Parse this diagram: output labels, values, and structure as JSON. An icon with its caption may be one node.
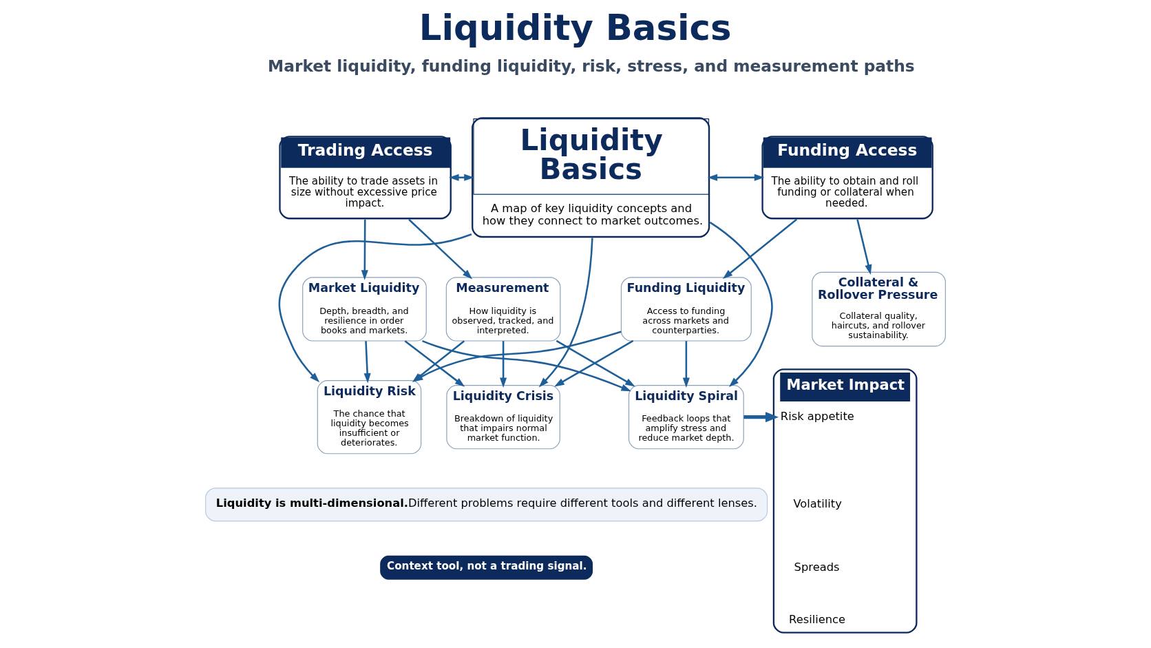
{
  "diagram": {
    "title": "Liquidity Basics",
    "nodes": [
      {
        "text": [
          "Trading Access",
          "The ability to trade assets in size without excessive price impact."
        ]
      },
      {
        "text": [
          "Liquidity Basics",
          "A map of key liquidity concepts and how they connect to market outcomes."
        ]
      },
      {
        "text": [
          "Funding Access",
          "The ability to obtain and roll funding or collateral when needed."
        ]
      },
      {
        "text": [
          "Market Liquidity",
          "Depth, breadth, and resilience in order books and markets."
        ]
      },
      {
        "text": [
          "Measurement",
          "How liquidity is observed, tracked, and interpreted."
        ]
      },
      {
        "text": [
          "Funding Liquidity",
          "Access to funding across markets and counterparties."
        ]
      },
      {
        "text": [
          "Collateral & Rollover Pressure",
          "Collateral quality, haircuts, and rollover sustainability."
        ]
      },
      {
        "text": [
          "Liquidity Risk",
          "The chance that liquidity becomes insufficient or deteriorates."
        ]
      },
      {
        "text": [
          "Liquidity Crisis",
          "Breakdown of liquidity that impairs normal market function."
        ]
      },
      {
        "text": [
          "Liquidity Spiral",
          "Feedback loops that amplify stress and reduce market depth."
        ]
      },
      {
        "text": [
          "Market Impact"
        ]
      },
      {
        "text": [
          "Risk appetite"
        ],
        "in": 10
      },
      {
        "text": [
          "Volatility"
        ],
        "in": 10
      },
      {
        "text": [
          "Spreads"
        ],
        "in": 10
      },
      {
        "text": [
          "Resilience"
        ],
        "in": 10
      },
      {
        "text": [
          "Liquidity is multi-dimensional.",
          "Different problems require different tools and different lenses."
        ]
      },
      {
        "text": [
          "Context tool, not a trading signal."
        ]
      }
    ],
    "edges": [
      {
        "from": 0,
        "to": 1,
        "arrow": "both"
      },
      {
        "from": 1,
        "to": 2,
        "arrow": "both"
      },
      {
        "from": 0,
        "to": 3,
        "arrow": "to"
      },
      {
        "from": 0,
        "to": 4,
        "arrow": "to"
      },
      {
        "from": 2,
        "to": 5,
        "arrow": "to"
      },
      {
        "from": 2,
        "to": 6,
        "arrow": "to"
      },
      {
        "from": 3,
        "to": 7,
        "arrow": "to"
      },
      {
        "from": 3,
        "to": 8,
        "arrow": "to"
      },
      {
        "from": 3,
        "to": 9,
        "arrow": "to"
      },
      {
        "from": 4,
        "to": 7,
        "arrow": "to"
      },
      {
        "from": 4,
        "to": 8,
        "arrow": "to"
      },
      {
        "from": 4,
        "to": 9,
        "arrow": "to"
      },
      {
        "from": 1,
        "to": 7,
        "arrow": "to"
      },
      {
        "from": 1,
        "to": 8,
        "arrow": "to"
      },
      {
        "from": 1,
        "to": 9,
        "arrow": "to"
      },
      {
        "from": 5,
        "to": 7,
        "arrow": "to"
      },
      {
        "from": 5,
        "to": 8,
        "arrow": "to"
      },
      {
        "from": 5,
        "to": 9,
        "arrow": "to"
      },
      {
        "from": 9,
        "to": 10,
        "arrow": "to",
        "style": "thick"
      }
    ],
    "labels": [
      "Market liquidity, funding liquidity, risk, stress, and measurement paths"
    ]
  }
}
